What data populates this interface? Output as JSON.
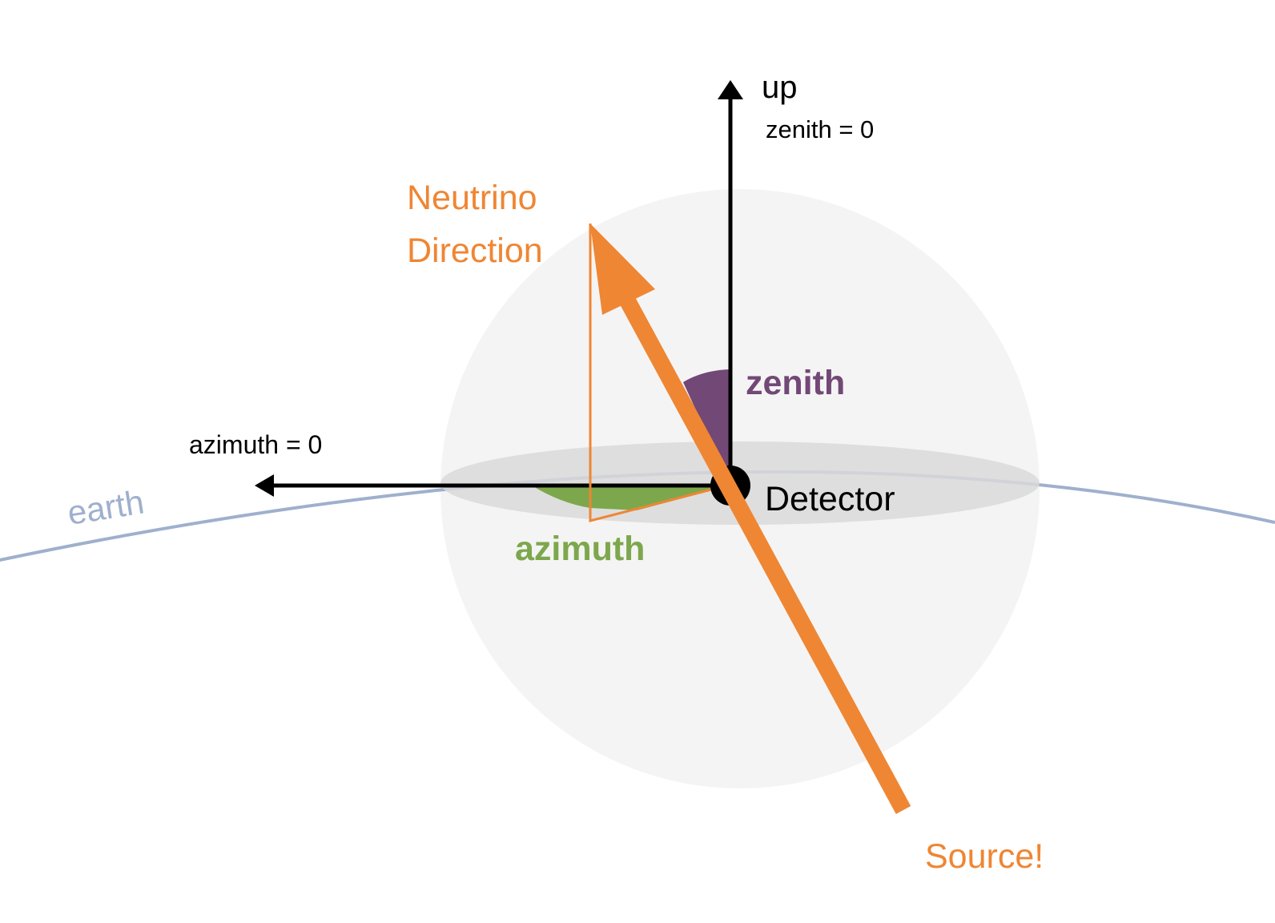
{
  "labels": {
    "up": "up",
    "zenith_zero": "zenith = 0",
    "neutrino_line1": "Neutrino",
    "neutrino_line2": "Direction",
    "zenith": "zenith",
    "azimuth_zero": "azimuth = 0",
    "earth": "earth",
    "detector": "Detector",
    "azimuth": "azimuth",
    "source": "Source!"
  },
  "colors": {
    "orange": "#ef8633",
    "purple": "#724876",
    "green": "#7da74c",
    "earth": "#9fb0cd",
    "sphere": "#f4f4f4",
    "disk": "#dcdcdc",
    "black": "#000000"
  }
}
